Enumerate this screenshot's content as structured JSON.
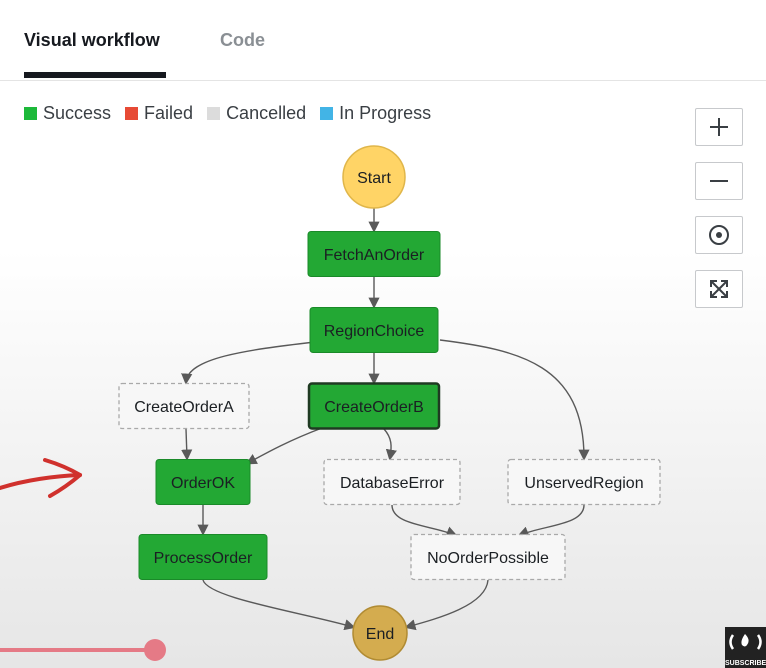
{
  "tabs": {
    "visual": "Visual workflow",
    "code": "Code"
  },
  "legend": [
    {
      "label": "Success",
      "color": "#1db93a"
    },
    {
      "label": "Failed",
      "color": "#e74a35"
    },
    {
      "label": "Cancelled",
      "color": "#dcdcdc"
    },
    {
      "label": "In Progress",
      "color": "#42b4e6"
    }
  ],
  "zoom_controls": [
    "zoom-in-icon",
    "zoom-out-icon",
    "center-icon",
    "fit-to-screen-icon"
  ],
  "colors": {
    "success_fill": "#23a834",
    "success_border": "#1a8a29",
    "start_fill": "#ffd466",
    "end_fill": "#d4ac4f",
    "cancelled_border": "#a9a9a9",
    "edge": "#595959",
    "annotation_arrow": "#d0312d",
    "scrubber": "#e57a86"
  },
  "workflow": {
    "nodes": [
      {
        "id": "start",
        "label": "Start",
        "status": "start"
      },
      {
        "id": "fetch",
        "label": "FetchAnOrder",
        "status": "success"
      },
      {
        "id": "region",
        "label": "RegionChoice",
        "status": "success"
      },
      {
        "id": "createA",
        "label": "CreateOrderA",
        "status": "cancelled"
      },
      {
        "id": "createB",
        "label": "CreateOrderB",
        "status": "success"
      },
      {
        "id": "ok",
        "label": "OrderOK",
        "status": "success"
      },
      {
        "id": "dberr",
        "label": "DatabaseError",
        "status": "cancelled"
      },
      {
        "id": "unserved",
        "label": "UnservedRegion",
        "status": "cancelled"
      },
      {
        "id": "process",
        "label": "ProcessOrder",
        "status": "success"
      },
      {
        "id": "noorder",
        "label": "NoOrderPossible",
        "status": "cancelled"
      },
      {
        "id": "end",
        "label": "End",
        "status": "end"
      }
    ],
    "edges": [
      [
        "start",
        "fetch"
      ],
      [
        "fetch",
        "region"
      ],
      [
        "region",
        "createA"
      ],
      [
        "region",
        "createB"
      ],
      [
        "region",
        "unserved"
      ],
      [
        "createA",
        "ok"
      ],
      [
        "createB",
        "ok"
      ],
      [
        "createB",
        "dberr"
      ],
      [
        "ok",
        "process"
      ],
      [
        "dberr",
        "noorder"
      ],
      [
        "unserved",
        "noorder"
      ],
      [
        "process",
        "end"
      ],
      [
        "noorder",
        "end"
      ]
    ]
  },
  "corner_badge": {
    "icon": "freecodecamp-logo-icon",
    "label": "SUBSCRIBE"
  }
}
